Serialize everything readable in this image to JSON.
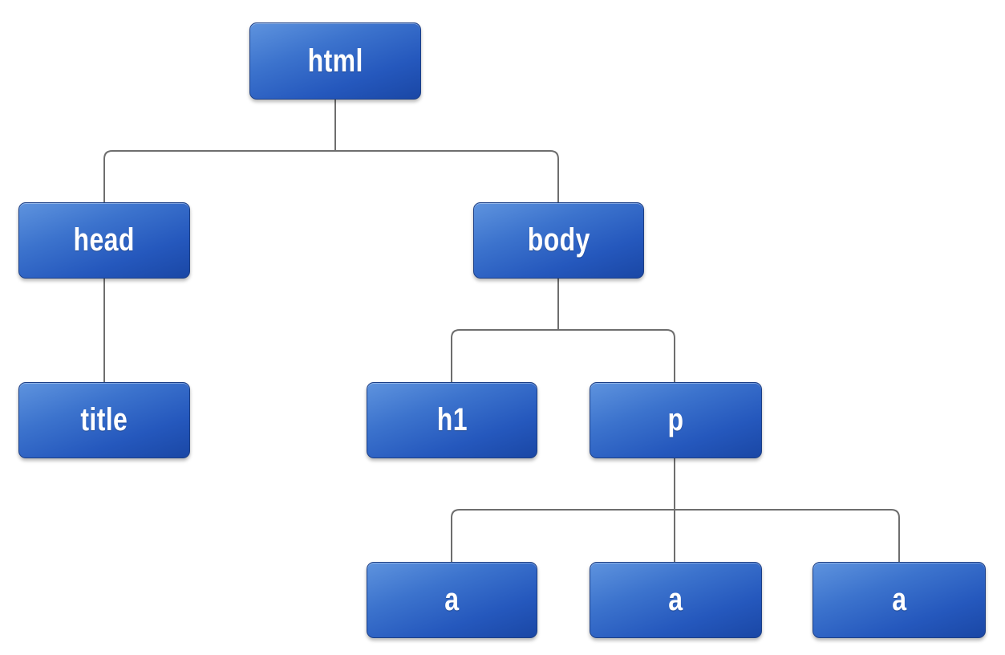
{
  "tree": {
    "nodes": {
      "html": "html",
      "head": "head",
      "body": "body",
      "title": "title",
      "h1": "h1",
      "p": "p",
      "a1": "a",
      "a2": "a",
      "a3": "a"
    },
    "edges": [
      [
        "html",
        "head"
      ],
      [
        "html",
        "body"
      ],
      [
        "head",
        "title"
      ],
      [
        "body",
        "h1"
      ],
      [
        "body",
        "p"
      ],
      [
        "p",
        "a1"
      ],
      [
        "p",
        "a2"
      ],
      [
        "p",
        "a3"
      ]
    ],
    "colors": {
      "node_fill": "#2e64c6",
      "node_text": "#ffffff",
      "connector": "#6e6e6e",
      "background": "#ffffff"
    }
  }
}
